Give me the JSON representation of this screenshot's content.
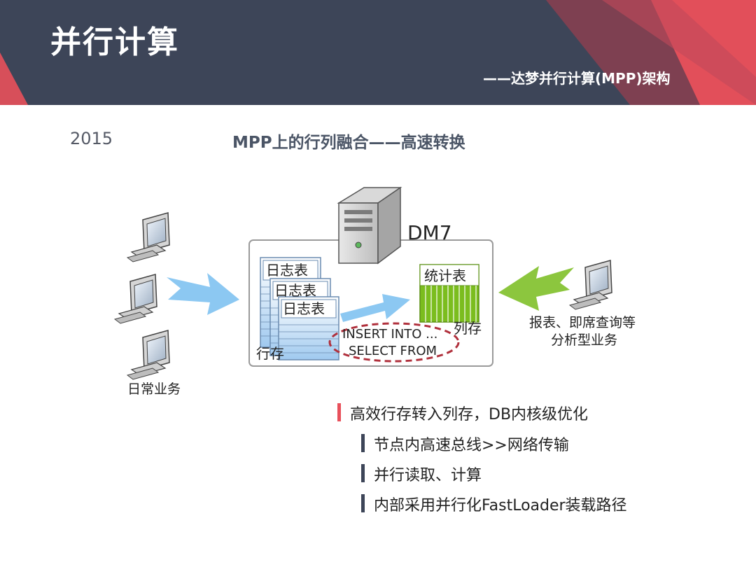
{
  "header": {
    "title": "并行计算",
    "subtitle": "——达梦并行计算(MPP)架构"
  },
  "year": "2015",
  "slide_heading": "MPP上的行列融合——高速转换",
  "diagram": {
    "server_label": "DM7",
    "log_table_label": "日志表",
    "stat_table_label": "统计表",
    "row_store_label": "行存",
    "column_store_label": "列存",
    "sql_line1": "INSERT INTO ...",
    "sql_line2": "SELECT FROM",
    "left_clients_label": "日常业务",
    "right_client_label_line1": "报表、即席查询等",
    "right_client_label_line2": "分析型业务"
  },
  "bullets": {
    "main": "高效行存转入列存，DB内核级优化",
    "sub1": "节点内高速总线>>网络传输",
    "sub2": "并行读取、计算",
    "sub3": "内部采用并行化FastLoader装载路径"
  },
  "colors": {
    "header_dark": "#3d4558",
    "accent_red": "#e8505b",
    "arrow_blue": "#8cc8f2",
    "arrow_green": "#8cc63e",
    "column_green": "#7bbd1e",
    "dashed_ellipse": "#b0303c"
  },
  "icons": [
    "desktop-computer-icon",
    "server-tower-icon"
  ]
}
